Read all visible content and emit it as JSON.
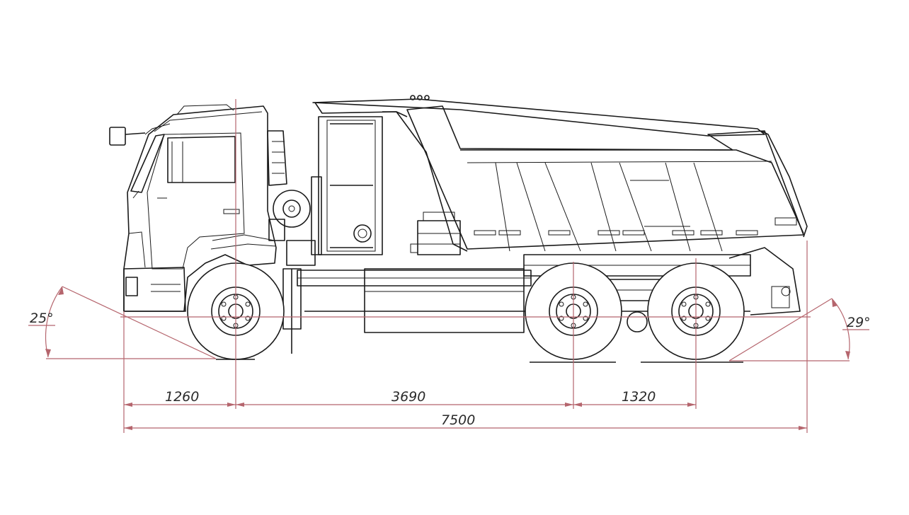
{
  "dimensions": {
    "front_overhang": "1260",
    "wheelbase_front": "3690",
    "rear_axle_spacing": "1320",
    "overall_length": "7500",
    "approach_angle": "25°",
    "departure_angle": "29°"
  },
  "colors": {
    "outline": "#1a1a1a",
    "dimension": "#b5656d",
    "background": "#ffffff"
  }
}
